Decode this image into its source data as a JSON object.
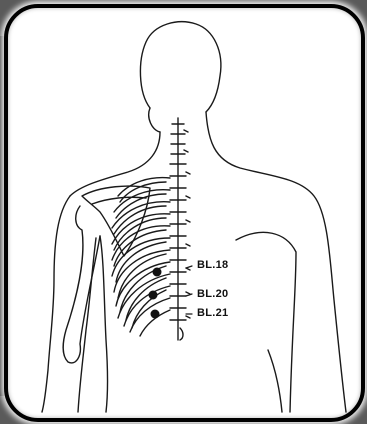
{
  "points": [
    {
      "label": "BL.18"
    },
    {
      "label": "BL.20"
    },
    {
      "label": "BL.21"
    }
  ]
}
